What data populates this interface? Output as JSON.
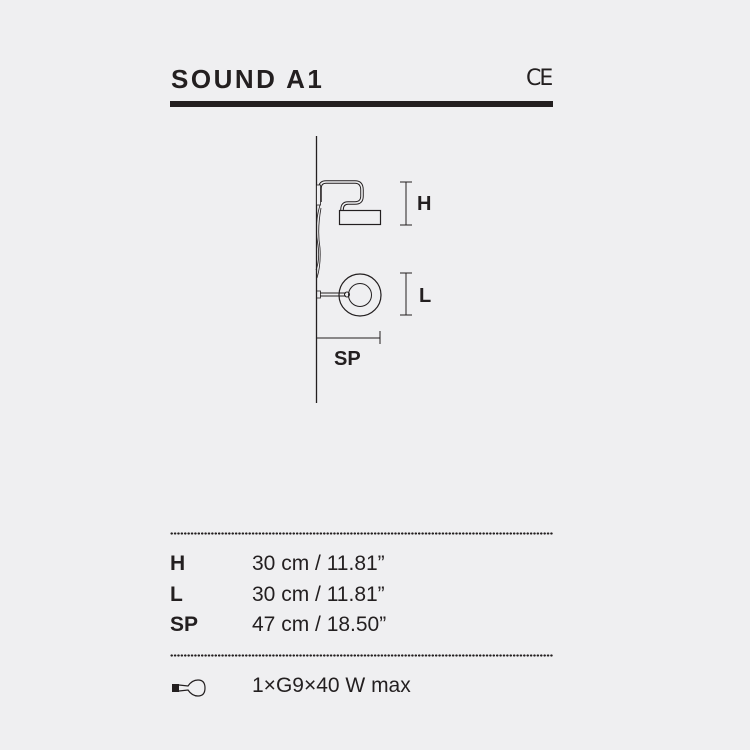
{
  "header": {
    "title": "SOUND A1",
    "certification": "CE",
    "certification_icon": "ce-mark-icon"
  },
  "diagram": {
    "labels": {
      "height": "H",
      "length": "L",
      "projection": "SP"
    }
  },
  "specs": [
    {
      "key": "H",
      "value": "30 cm / 11.81”"
    },
    {
      "key": "L",
      "value": "30 cm / 11.81”"
    },
    {
      "key": "SP",
      "value": "47 cm / 18.50”"
    }
  ],
  "bulb": {
    "icon": "light-bulb-icon",
    "text": "1×G9×40 W max"
  },
  "colors": {
    "background": "#efeff1",
    "ink": "#231f20"
  }
}
